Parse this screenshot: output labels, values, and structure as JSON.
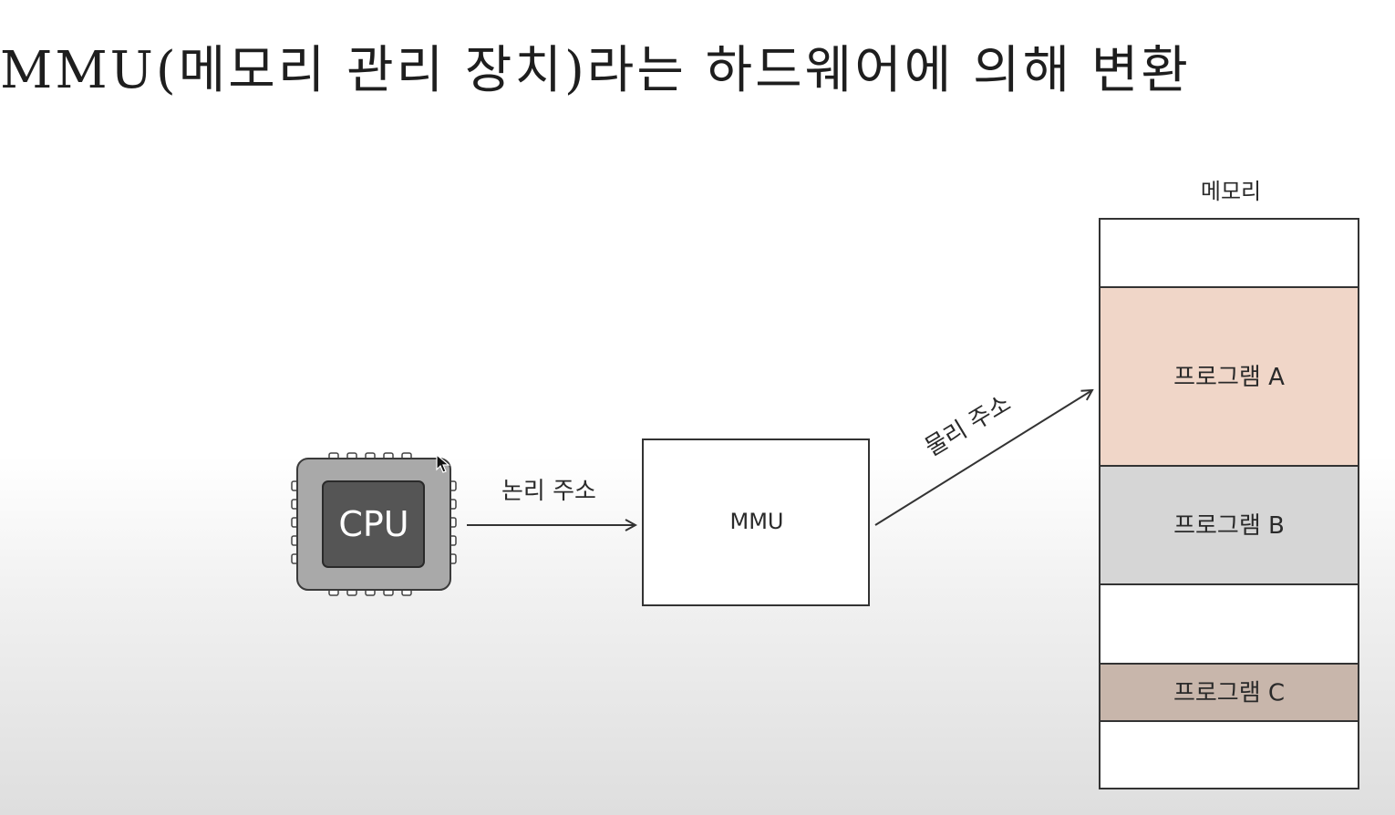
{
  "title": "MMU(메모리 관리 장치)라는 하드웨어에 의해 변환",
  "diagram": {
    "cpu": {
      "label": "CPU"
    },
    "logical_address_label": "논리 주소",
    "mmu": {
      "label": "MMU"
    },
    "physical_address_label": "물리 주소",
    "memory": {
      "label": "메모리",
      "blocks": [
        {
          "label": "",
          "color": "#ffffff"
        },
        {
          "label": "프로그램 A",
          "color": "#f0d6c8"
        },
        {
          "label": "프로그램 B",
          "color": "#d6d6d6"
        },
        {
          "label": "",
          "color": "#ffffff"
        },
        {
          "label": "프로그램 C",
          "color": "#c8b6ab"
        },
        {
          "label": "",
          "color": "#ffffff"
        }
      ]
    }
  }
}
